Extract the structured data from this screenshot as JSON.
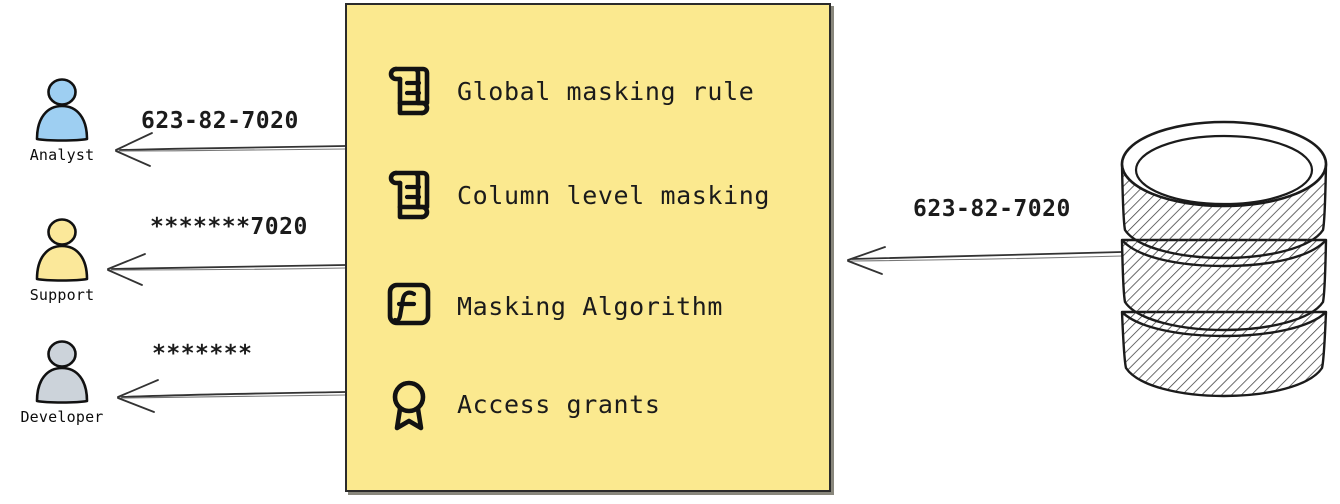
{
  "diagram": {
    "type": "data-masking-flow",
    "background_color": "#ffffff",
    "panel": {
      "name": "masking-policy-panel",
      "fill_color": "#fbe98f",
      "border_color": "#2b2b2b",
      "items": [
        {
          "icon": "scroll-icon",
          "label": "Global masking rule"
        },
        {
          "icon": "scroll-icon",
          "label": "Column level masking"
        },
        {
          "icon": "function-icon",
          "label": "Masking Algorithm"
        },
        {
          "icon": "award-icon",
          "label": "Access grants"
        }
      ]
    },
    "actors": [
      {
        "id": "analyst",
        "label": "Analyst",
        "color": "#9ecff2",
        "flow_value": "623-82-7020"
      },
      {
        "id": "support",
        "label": "Support",
        "color": "#fbe89a",
        "flow_value": "*******7020"
      },
      {
        "id": "developer",
        "label": "Developer",
        "color": "#ccd3da",
        "flow_value": "*******"
      }
    ],
    "source": {
      "id": "database",
      "icon": "database-cylinder-icon",
      "flow_value": "623-82-7020"
    },
    "arrows": [
      {
        "from": "database",
        "to": "masking-policy-panel",
        "direction": "left",
        "label": "623-82-7020"
      },
      {
        "from": "masking-policy-panel",
        "to": "analyst",
        "direction": "left",
        "label": "623-82-7020"
      },
      {
        "from": "masking-policy-panel",
        "to": "support",
        "direction": "left",
        "label": "*******7020"
      },
      {
        "from": "masking-policy-panel",
        "to": "developer",
        "direction": "left",
        "label": "*******"
      }
    ]
  }
}
